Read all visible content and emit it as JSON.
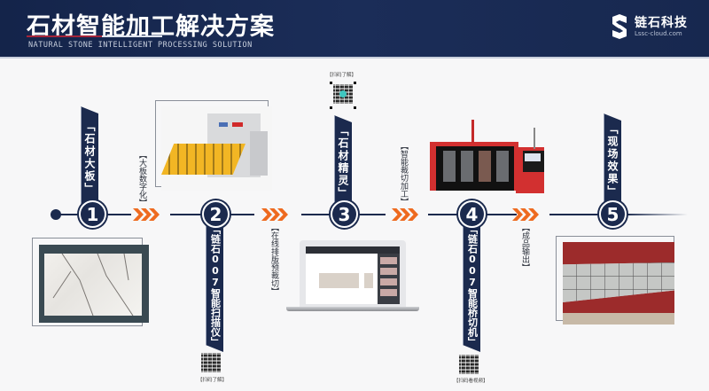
{
  "header": {
    "title": "石材智能加工解决方案",
    "subtitle": "NATURAL STONE INTELLIGENT PROCESSING SOLUTION",
    "logo_name": "链石科技",
    "logo_url": "Lssc-cloud.com"
  },
  "colors": {
    "navy": "#1b2a4e",
    "accent_orange": "#ee6a1f",
    "header_bg": "#14244a",
    "title_underline_red": "#a4253a"
  },
  "steps": [
    {
      "number": "1",
      "title": "「石材大板」"
    },
    {
      "number": "2",
      "title": "「链石007智能扫描仪」"
    },
    {
      "number": "3",
      "title": "「石材精灵」"
    },
    {
      "number": "4",
      "title": "「链石007智能桥切机」"
    },
    {
      "number": "5",
      "title": "「现场效果」"
    }
  ],
  "transitions": [
    {
      "label": "【大板数字化】"
    },
    {
      "label": "【在线排版预裁切】"
    },
    {
      "label": "【智能裁切加工】"
    },
    {
      "label": "【成品输出】"
    }
  ],
  "qr_codes": [
    {
      "label": "【扫码了解】"
    },
    {
      "label": "【扫码了解】"
    },
    {
      "label": "【扫码看视频】"
    }
  ],
  "images": [
    {
      "name": "marble-slab-photo"
    },
    {
      "name": "scanner-machine-photo"
    },
    {
      "name": "laptop-software-photo"
    },
    {
      "name": "bridge-saw-machine-photo"
    },
    {
      "name": "site-effect-photo"
    }
  ]
}
